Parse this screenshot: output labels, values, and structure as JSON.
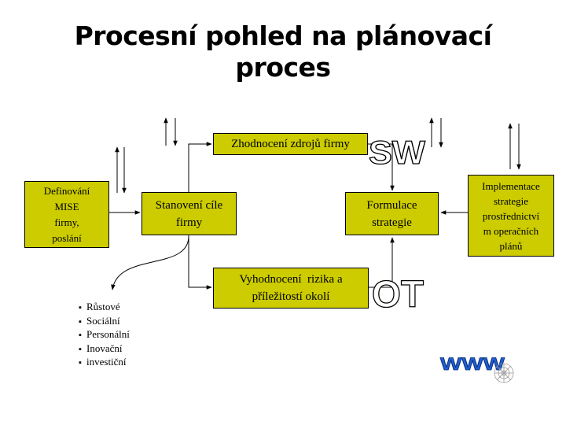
{
  "title": {
    "line1": "Procesní pohled na plánovací",
    "line2": "proces"
  },
  "boxes": {
    "zdroje": "Zhodnocení zdrojů firmy",
    "mise": [
      "Definování",
      "MISE",
      "firmy,",
      "poslání"
    ],
    "cil": [
      "Stanovení cíle",
      "firmy"
    ],
    "formulace": [
      "Formulace",
      "strategie"
    ],
    "implementace": [
      "Implementace",
      "strategie",
      "prostřednictví",
      "m operačních",
      "plánů"
    ],
    "riziko": [
      "Vyhodnocení  rizika a",
      "příležitostí okolí"
    ]
  },
  "swot": {
    "sw": "SW",
    "ot": "OT"
  },
  "bullets": [
    "Růstové",
    "Sociální",
    "Personální",
    "Inovační",
    "investiční"
  ],
  "logo": {
    "text": "WWW"
  },
  "colors": {
    "box_fill": "#cccc00",
    "logo_blue": "#1f5fd6"
  }
}
